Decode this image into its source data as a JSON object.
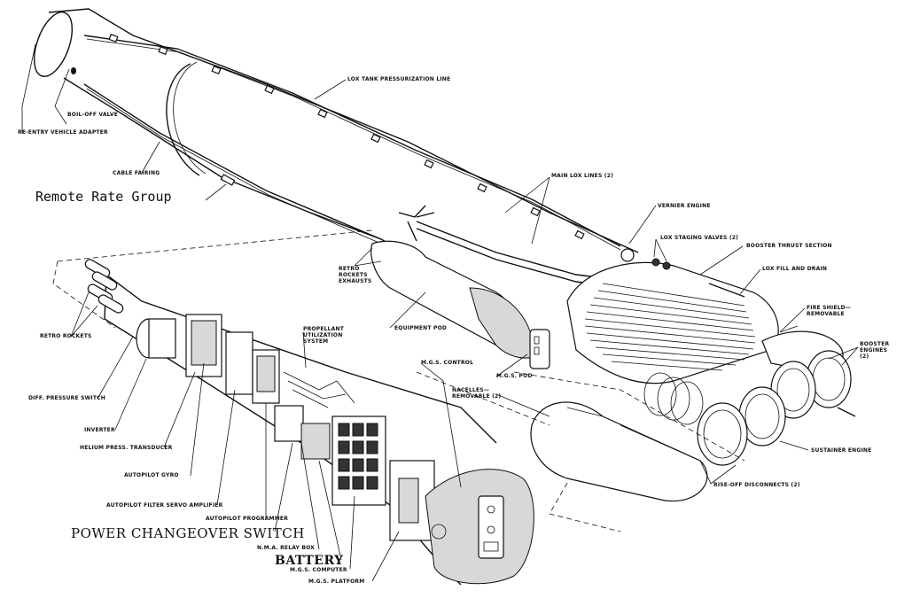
{
  "labels": {
    "boil_off_valve": "BOIL-OFF VALVE",
    "reentry_adapter": "RE-ENTRY VEHICLE ADAPTER",
    "lox_tank_line": "LOX TANK PRESSURIZATION LINE",
    "cable_fairing": "CABLE FAIRING",
    "main_lox_lines": "MAIN LOX LINES (2)",
    "vernier_engine": "VERNIER ENGINE",
    "lox_staging_valves": "LOX STAGING VALVES (2)",
    "booster_thrust_section": "BOOSTER THRUST SECTION",
    "lox_fill_drain": "LOX FILL AND DRAIN",
    "fire_shield": "FIRE SHIELD— REMOVABLE",
    "booster_engines": "BOOSTER ENGINES (2)",
    "retro_rockets_exhausts": "RETRO ROCKETS EXHAUSTS",
    "equipment_pod": "EQUIPMENT POD",
    "propellant_utilization": "PROPELLANT UTILIZATION SYSTEM",
    "mgs_control": "M.G.S. CONTROL",
    "mgs_pod": "M.G.S. POD",
    "nacelles": "NACELLES— REMOVABLE (2)",
    "sustainer_engine": "SUSTAINER ENGINE",
    "rise_off_disconnects": "RISE-OFF DISCONNECTS (2)",
    "retro_rockets": "RETRO ROCKETS",
    "diff_pressure_switch": "DIFF. PRESSURE SWITCH",
    "inverter": "INVERTER",
    "helium_press_transducer": "HELIUM PRESS. TRANSDUCER",
    "autopilot_gyro": "AUTOPILOT GYRO",
    "autopilot_filter": "AUTOPILOT FILTER SERVO AMPLIFIER",
    "autopilot_programmer": "AUTOPILOT PROGRAMMER",
    "nma_relay_box": "N.M.A. RELAY BOX",
    "mgs_computer": "M.G.S. COMPUTER",
    "mgs_platform": "M.G.S. PLATFORM"
  },
  "annotations": {
    "remote_rate_group": "Remote Rate Group",
    "power_changeover_switch": "POWER CHANGEOVER SWITCH",
    "battery": "BATTERY"
  }
}
